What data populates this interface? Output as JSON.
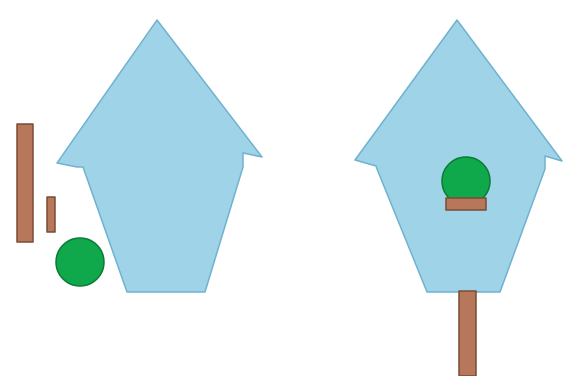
{
  "colors": {
    "background": "#ffffff",
    "house_fill": "#9fd3e8",
    "house_stroke": "#6fb1cf",
    "wood_fill": "#b7775a",
    "wood_stroke": "#7a4a34",
    "leaf_fill": "#0fa84a",
    "leaf_stroke": "#0a7b36"
  },
  "figures": {
    "left": {
      "parts": [
        "birdhouse-body",
        "long-plank",
        "short-plank",
        "round-piece"
      ]
    },
    "right": {
      "parts": [
        "birdhouse-body",
        "round-piece",
        "perch",
        "pole"
      ]
    }
  }
}
